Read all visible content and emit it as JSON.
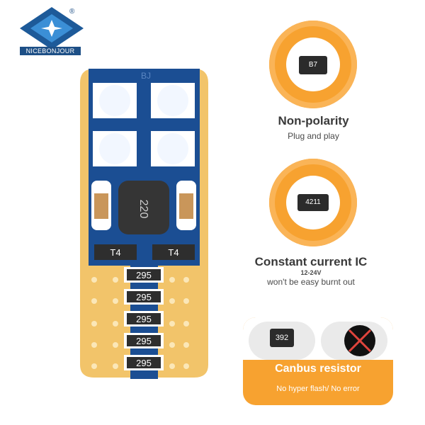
{
  "brand": {
    "name": "NICEBONJOUR",
    "registered": "®"
  },
  "board": {
    "marking": "BJ",
    "inductor_label": "220",
    "transistor_labels": [
      "T4",
      "T4"
    ],
    "resistor_labels": [
      "295",
      "295",
      "295",
      "295",
      "295"
    ]
  },
  "features": [
    {
      "chip_label": "B7",
      "title": "Non-polarity",
      "subtitle": "Plug and play"
    },
    {
      "chip_label": "4211",
      "title": "Constant current IC",
      "voltage": "12-24V",
      "subtitle": "won't be easy burnt out"
    }
  ],
  "canbus": {
    "resistor_label": "392",
    "title": "Canbus resistor",
    "subtitle": "No hyper flash/ No error"
  },
  "colors": {
    "accent": "#f7a230",
    "pcb": "#1b4e93",
    "gold": "#f2c46a",
    "logo_blue": "#1d4f86"
  }
}
